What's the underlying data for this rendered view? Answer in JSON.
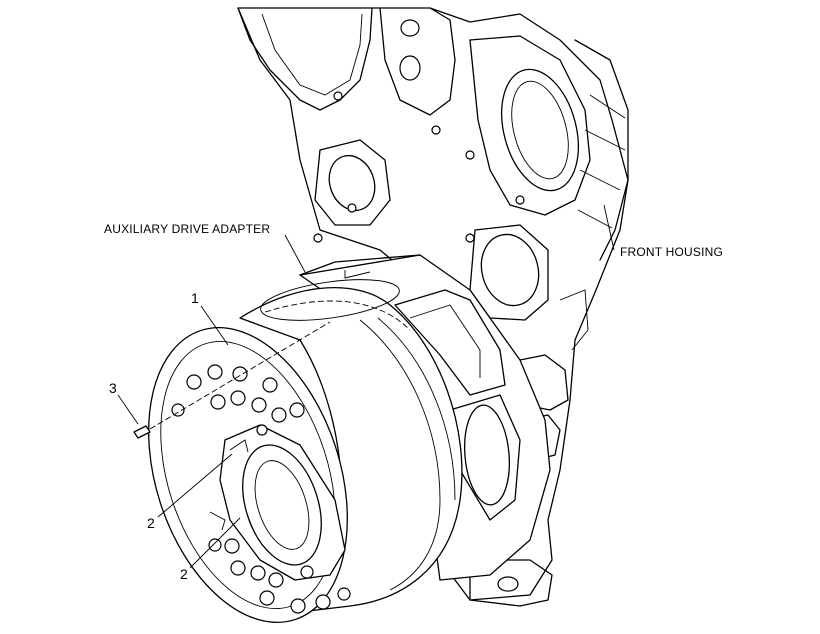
{
  "labels": {
    "auxiliary_drive_adapter": "AUXILIARY DRIVE ADAPTER",
    "front_housing": "FRONT HOUSING",
    "item_1": "1",
    "item_2a": "2",
    "item_2b": "2",
    "item_3": "3"
  }
}
